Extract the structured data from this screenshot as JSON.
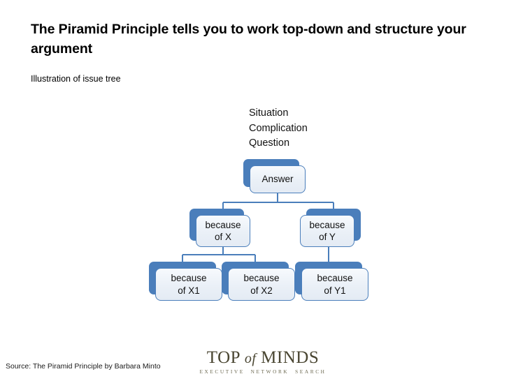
{
  "slide": {
    "title": "The Piramid Principle tells you to work top-down and structure your argument",
    "subtitle": "Illustration of issue tree",
    "source": "Source: The Piramid Principle by Barbara Minto",
    "background_color": "#ffffff"
  },
  "theme": {
    "node_accent": "#4a7ebb",
    "node_fill": "#eaf0f7",
    "connector_color": "#4a7ebb",
    "text_color": "#111111",
    "logo_color": "#4a4632",
    "logo_tagline_color": "#6d6a52"
  },
  "diagram": {
    "type": "issue-tree",
    "scq": {
      "lines": [
        "Situation",
        "Complication",
        "Question"
      ],
      "text": "Situation\nComplication\nQuestion"
    },
    "nodes": [
      {
        "id": "answer",
        "label": "Answer",
        "level": 0
      },
      {
        "id": "because-x",
        "label": "because\nof X",
        "level": 1
      },
      {
        "id": "because-y",
        "label": "because\nof Y",
        "level": 1
      },
      {
        "id": "because-x1",
        "label": "because\nof X1",
        "level": 2
      },
      {
        "id": "because-x2",
        "label": "because\nof X2",
        "level": 2
      },
      {
        "id": "because-y1",
        "label": "because\nof Y1",
        "level": 2
      }
    ],
    "edges": [
      {
        "from": "answer",
        "to": "because-x"
      },
      {
        "from": "answer",
        "to": "because-y"
      },
      {
        "from": "because-x",
        "to": "because-x1"
      },
      {
        "from": "because-x",
        "to": "because-x2"
      },
      {
        "from": "because-y",
        "to": "because-y1"
      }
    ]
  },
  "logo": {
    "wordmark_part1": "TOP ",
    "wordmark_italic": "of",
    "wordmark_part2": " MINDS",
    "tagline": "EXECUTIVE  NETWORK  SEARCH"
  }
}
